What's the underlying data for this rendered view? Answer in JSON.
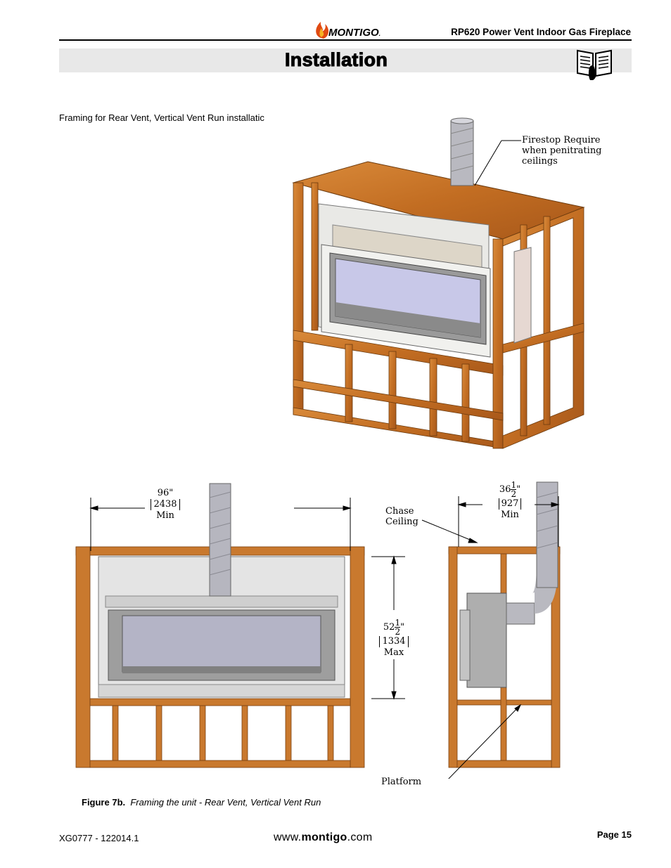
{
  "header": {
    "brand": "MONTIGO",
    "brand_mark": ".",
    "doc_title": "RP620 Power Vent Indoor Gas Fireplace"
  },
  "section": {
    "title": "Installation"
  },
  "intro": {
    "text": "Framing for Rear Vent, Vertical Vent Run installatic"
  },
  "iso_figure": {
    "callout_firestop": [
      "Firestop Require",
      "when penitrating",
      "ceilings"
    ]
  },
  "front_figure": {
    "width": {
      "inch": "96\"",
      "mm": "2438",
      "qualifier": "Min"
    },
    "height": {
      "whole": "52",
      "num": "1",
      "den": "2",
      "unit": "\"",
      "mm": "1334",
      "qualifier": "Max"
    },
    "depth": {
      "whole": "36",
      "num": "1",
      "den": "2",
      "unit": "\"",
      "mm": "927",
      "qualifier": "Min"
    },
    "chase_ceiling": [
      "Chase",
      "Ceiling"
    ],
    "platform": "Platform"
  },
  "caption": {
    "label": "Figure 7b.",
    "text": "Framing the unit - Rear Vent, Vertical Vent Run"
  },
  "footer": {
    "doc_id": "XG0777 - 122014.1",
    "url_prefix": "www.",
    "url_brand": "montigo",
    "url_suffix": ".com",
    "page": "Page 15"
  },
  "colors": {
    "wood": "#c9792e",
    "wood_dark": "#9a5418",
    "band": "#e8e8e8",
    "glass": "#c8c8e8",
    "steel": "#b8b8b8"
  }
}
